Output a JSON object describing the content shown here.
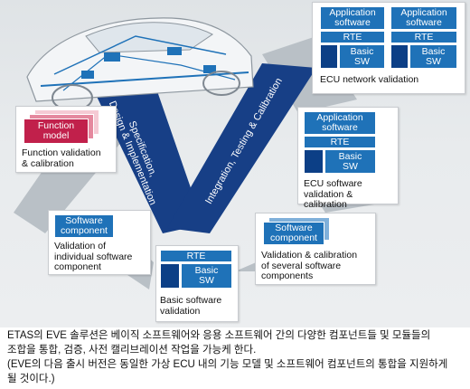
{
  "v_labels": {
    "left": "Specification,\nDesign & Implementation",
    "right": "Integration, Testing & Calibration"
  },
  "ecu_network": {
    "app1": "Application\nsoftware",
    "rte1": "RTE",
    "basic1": "Basic\nSW",
    "app2": "Application\nsoftware",
    "rte2": "RTE",
    "basic2": "Basic\nSW",
    "caption": "ECU network validation"
  },
  "ecu_software": {
    "app": "Application\nsoftware",
    "rte": "RTE",
    "basic": "Basic\nSW",
    "caption": "ECU software\nvalidation & calibration"
  },
  "function_model": {
    "label": "Function\nmodel",
    "caption": "Function validation\n& calibration"
  },
  "individual_component": {
    "label": "Software\ncomponent",
    "caption": "Validation of\nindividual software\ncomponent"
  },
  "several_components": {
    "label": "Software\ncomponent",
    "caption": "Validation & calibration\nof several software\ncomponents"
  },
  "basic_software": {
    "rte": "RTE",
    "basic": "Basic\nSW",
    "caption": "Basic software\nvalidation"
  },
  "note": "ETAS의 EVE 솔루션은 베이직 소프트웨어와 응용 소프트웨어 간의 다양한 컴포넌트들 및 모듈들의\n조합을 통합, 검증, 사전 캘리브레이션 작업을 가능케 한다.\n(EVE의 다음 출시 버전은 동일한 가상 ECU 내의 기능 모델 및 소프트웨어 컴포넌트의 통합을 지원하게\n될 것이다.)",
  "colors": {
    "v_shape": "#173f86",
    "software_box": "#1f72b8",
    "basic_sw_box": "#0c3f86",
    "function_model": "#c1204b",
    "function_model_light": "#f0b7c4",
    "band": "#b9c0c6"
  }
}
